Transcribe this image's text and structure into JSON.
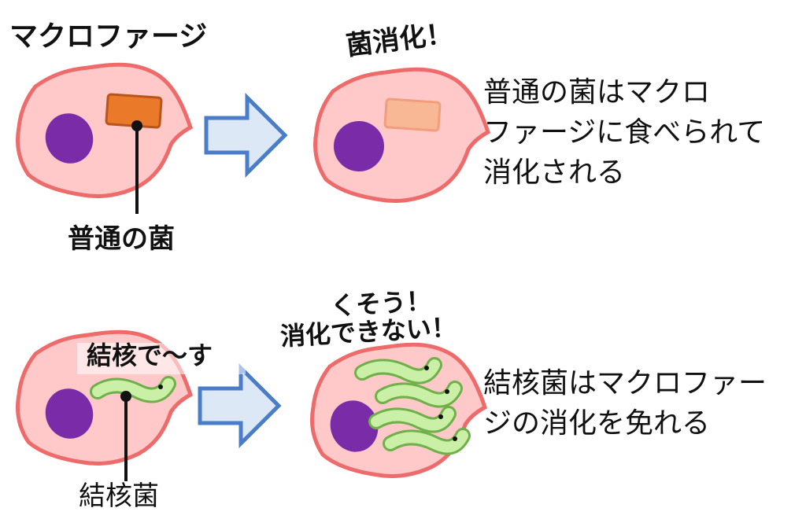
{
  "colors": {
    "cell_fill": "#ffc9c9",
    "cell_stroke": "#ee6b6b",
    "nucleus": "#7a2ba8",
    "normal_bacteria": "#ea7a2a",
    "normal_bacteria_stroke": "#b9541a",
    "digested_bacteria": "#f8b896",
    "digested_bacteria_stroke": "#f29d7c",
    "tb_fill": "#c9f0a6",
    "tb_stroke": "#6fb04a",
    "arrow_fill": "#dde8f6",
    "arrow_stroke": "#4a7cc8",
    "line": "#111111"
  },
  "labels": {
    "macrophage": "マクロファージ",
    "digest_exclaim": "菌消化！",
    "normal_bacteria": "普通の菌",
    "normal_desc": "普通の菌はマクロ\nファージに食べられて\n消化される",
    "kusou": "くそう！",
    "cannot_digest": "消化できない！",
    "tb_speech": "結核で〜す",
    "tb_bacteria": "結核菌",
    "tb_desc": "結核菌はマクロファー\nジの消化を免れる"
  },
  "icons": [
    "macrophage-cell",
    "nucleus",
    "bacterium",
    "tb-bacterium",
    "right-arrow"
  ]
}
